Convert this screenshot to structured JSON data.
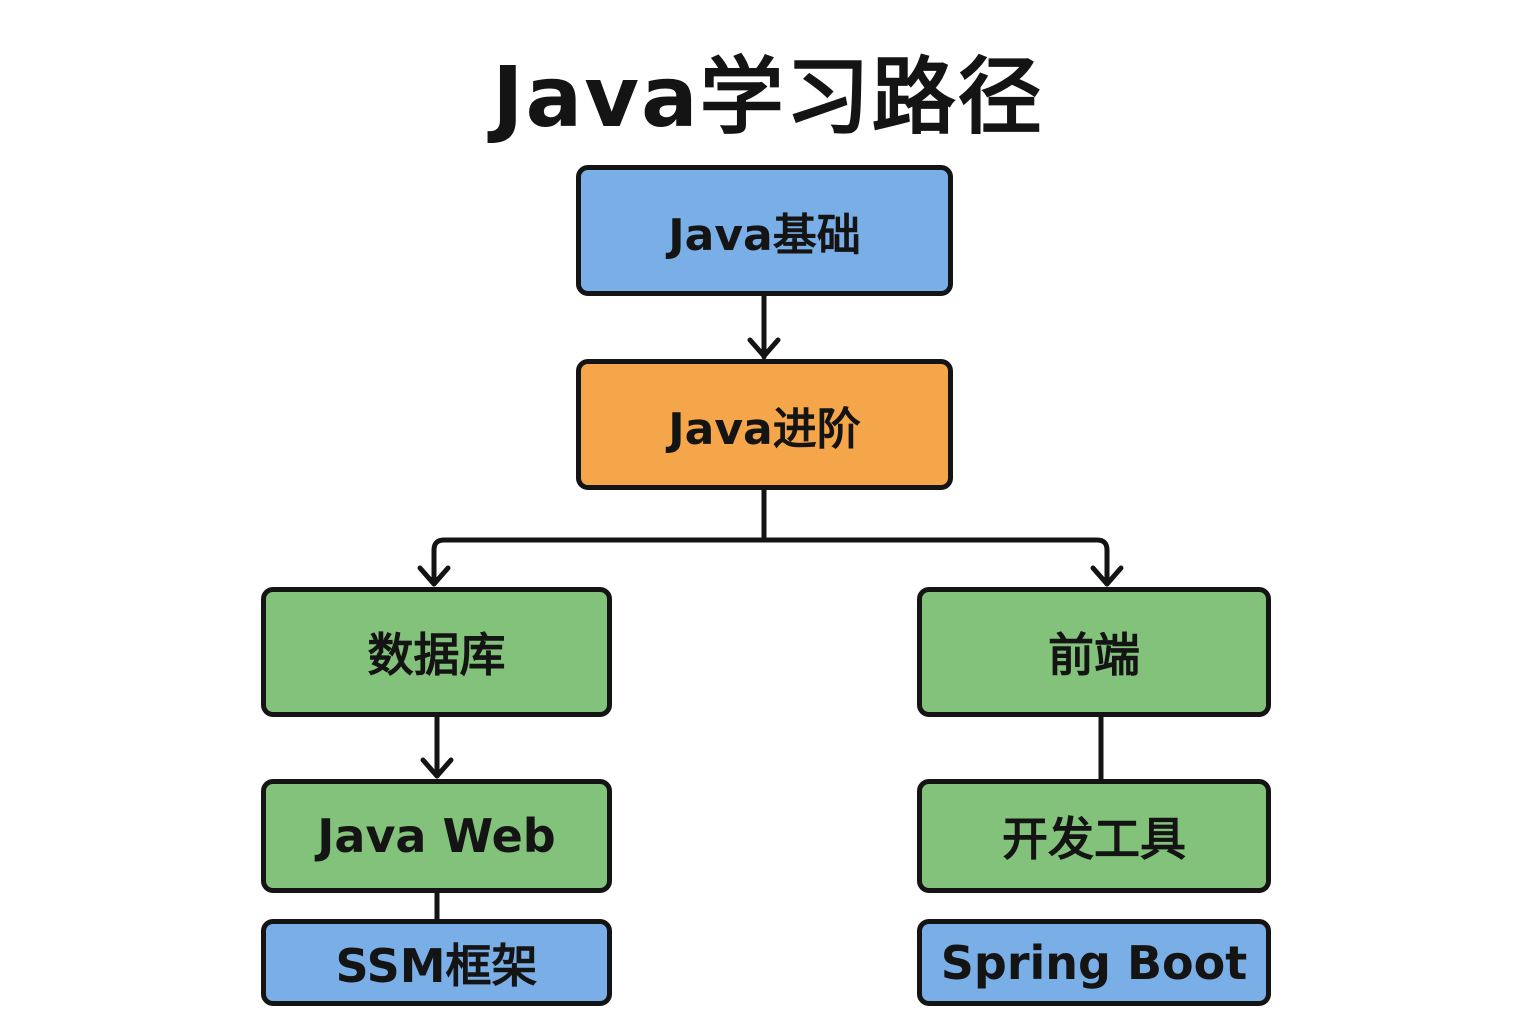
{
  "title": "Java学习路径",
  "colors": {
    "blue": "#7aaee6",
    "orange": "#f5a64a",
    "green": "#82c27a",
    "stroke": "#141414"
  },
  "nodes": {
    "basics": "Java基础",
    "advanced": "Java进阶",
    "database": "数据库",
    "frontend": "前端",
    "javaweb": "Java Web",
    "devtools": "开发工具",
    "ssm": "SSM框架",
    "springboot": "Spring Boot"
  },
  "edges": [
    {
      "from": "basics",
      "to": "advanced",
      "arrow": true
    },
    {
      "from": "advanced",
      "to": "database",
      "arrow": true
    },
    {
      "from": "advanced",
      "to": "frontend",
      "arrow": true
    },
    {
      "from": "database",
      "to": "javaweb",
      "arrow": true
    },
    {
      "from": "javaweb",
      "to": "ssm",
      "arrow": false
    },
    {
      "from": "frontend",
      "to": "devtools",
      "arrow": false
    }
  ]
}
